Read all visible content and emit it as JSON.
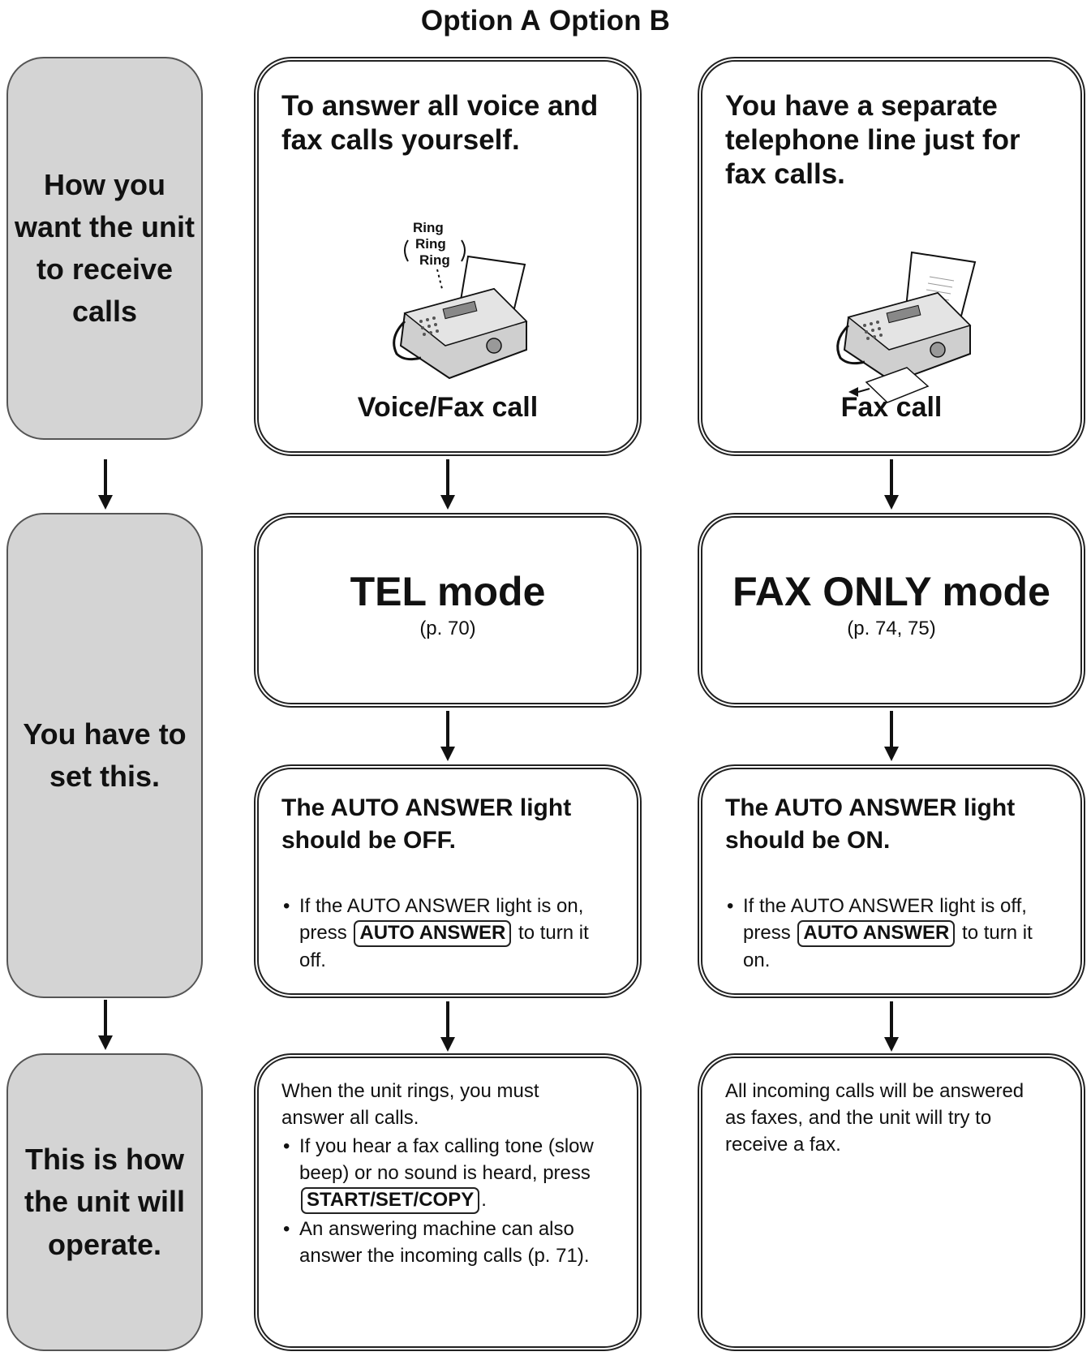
{
  "header": {
    "option_a": "Option A",
    "option_b": "Option B"
  },
  "rows": {
    "row1_label": "How you want the unit to receive calls",
    "row2_label": "You have to set this.",
    "row3_label": "This is how the unit will operate."
  },
  "option_a": {
    "situation": "To answer all voice and fax calls yourself.",
    "ring_text": [
      "Ring",
      "Ring",
      "Ring"
    ],
    "illustration": "fax-machine-ringing-icon",
    "caption": "Voice/Fax call",
    "mode_title": "TEL mode",
    "mode_ref": "(p. 70)",
    "light_heading": "The AUTO ANSWER light should be OFF.",
    "light_bullet_pre": "If the AUTO ANSWER light is on, press",
    "light_key": "AUTO ANSWER",
    "light_bullet_post": "to turn it off.",
    "operate_intro": "When the unit rings, you must answer all calls.",
    "operate_bullet1_pre": "If you hear a fax calling tone (slow beep) or no sound is heard, press",
    "operate_key": "START/SET/COPY",
    "operate_bullet1_post": ".",
    "operate_bullet2": "An answering machine can also answer the incoming calls (p. 71)."
  },
  "option_b": {
    "situation": "You have a separate telephone line just for fax calls.",
    "illustration": "fax-machine-receiving-icon",
    "caption": "Fax call",
    "mode_title": "FAX ONLY mode",
    "mode_ref": "(p. 74, 75)",
    "light_heading": "The AUTO ANSWER light should be ON.",
    "light_bullet_pre": "If the AUTO ANSWER light is off, press",
    "light_key": "AUTO ANSWER",
    "light_bullet_post": "to turn it on.",
    "operate_text": "All incoming calls will be answered as faxes, and the unit will try to receive a fax."
  },
  "colors": {
    "side_panel": "#d4d4d4",
    "border": "#222222"
  }
}
